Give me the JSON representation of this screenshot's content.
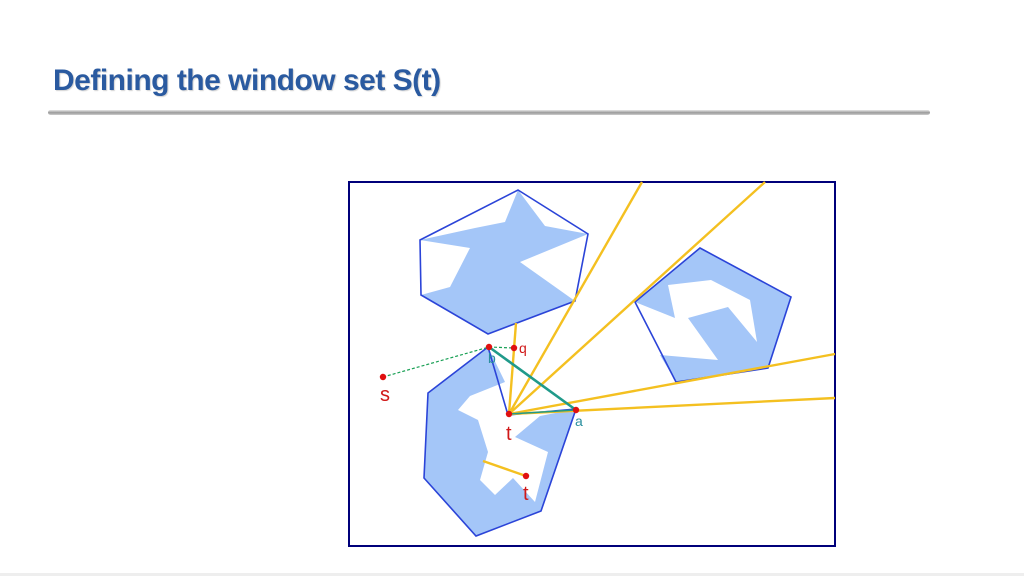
{
  "slide": {
    "title": "Defining the window set S(t)"
  },
  "diagram": {
    "labels": {
      "s": "s",
      "t_main": "t",
      "t_second": "t",
      "q": "q",
      "b": "b",
      "a": "a"
    },
    "colors": {
      "frame": "#00007a",
      "obstacle_fill": "#a4c6f8",
      "obstacle_edge": "#2b44d8",
      "visibility_line": "#f4c020",
      "window_segment": "#209a8a",
      "point": "#e01010",
      "label_red": "#d01818",
      "label_teal": "#2a8f9f",
      "title": "#2a5aa0"
    }
  }
}
